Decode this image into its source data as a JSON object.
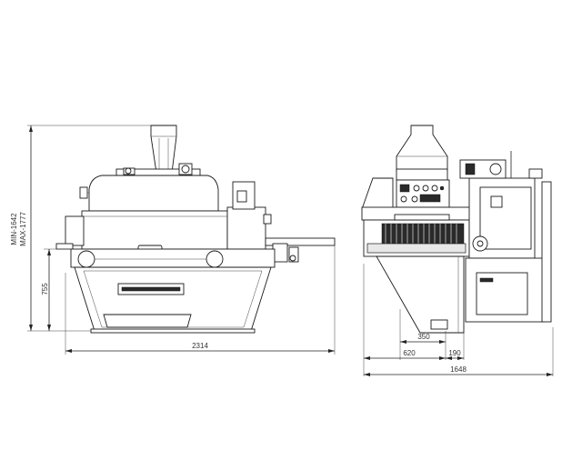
{
  "dimensions": {
    "height_min": "MIN-1642",
    "height_max": "MAX-1777",
    "height_table": "755",
    "length_side": "2314",
    "width_350": "350",
    "width_620": "620",
    "width_190": "190",
    "width_total": "1648"
  }
}
